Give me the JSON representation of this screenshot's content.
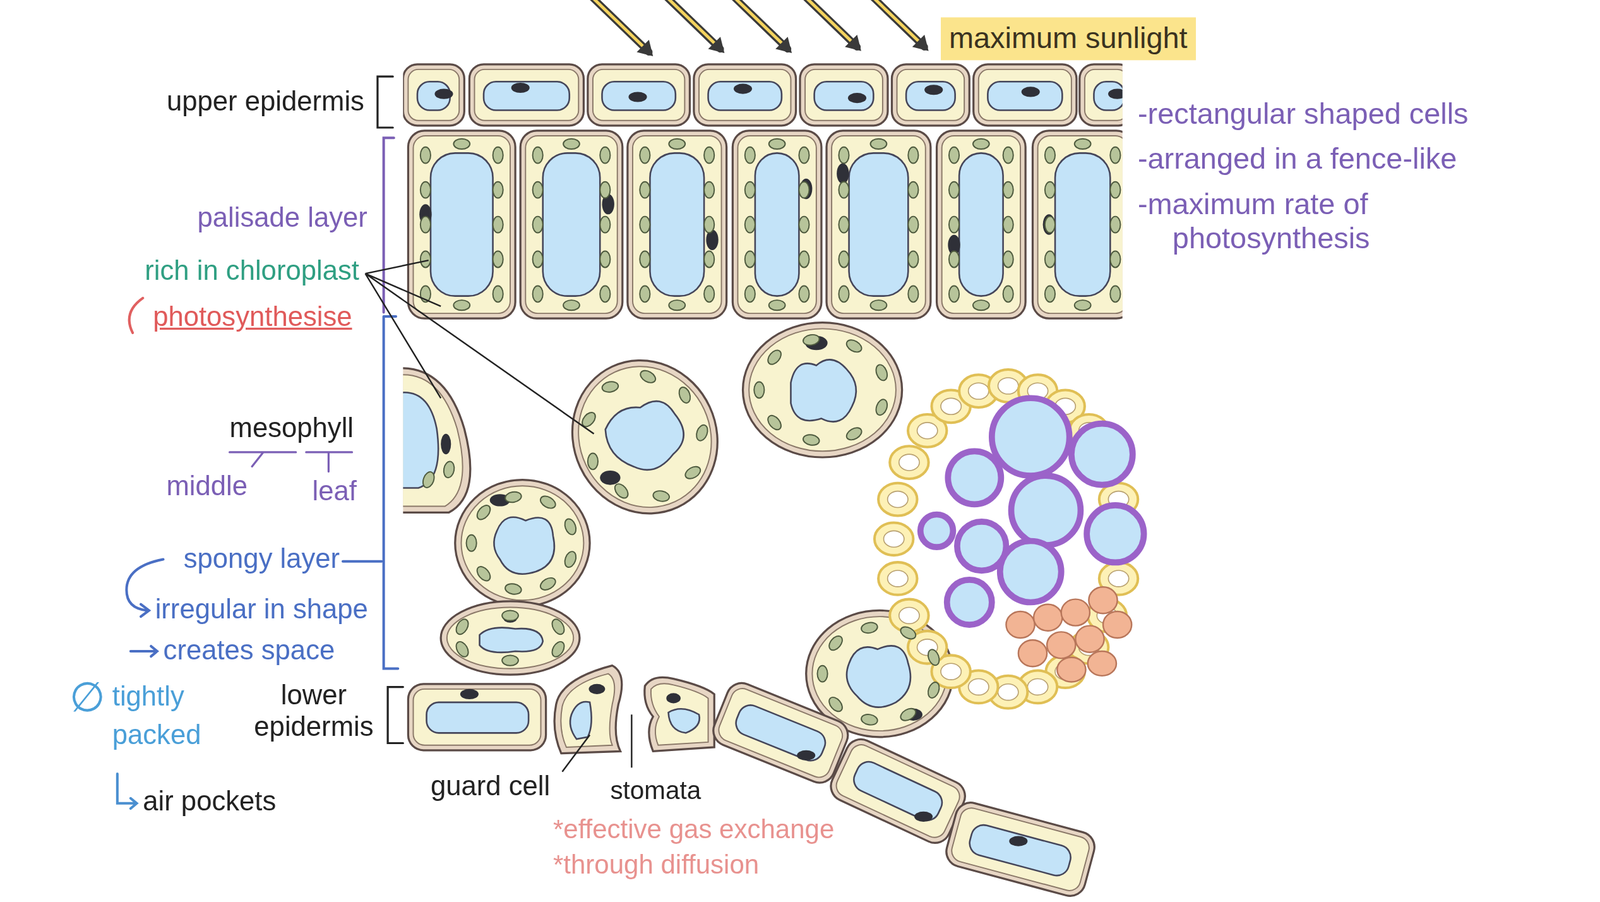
{
  "diagram": {
    "nodes": [
      {
        "text": [
          "maximum sunlight"
        ]
      }
    ],
    "labels": [
      "upper epidermis",
      "palisade layer",
      "rich in chloroplast",
      "photosynthesise",
      "mesophyll",
      "middle",
      "leaf",
      "spongy layer",
      "irregular in shape",
      "creates space",
      "∅",
      "tightly packed",
      "lower epidermis",
      "air pockets",
      "guard cell",
      "stomata",
      "*effective gas exchange",
      "*through diffusion",
      "-rectangular shaped cells",
      "-arranged in a fence-like",
      "-maximum rate of photosynthesis"
    ]
  }
}
